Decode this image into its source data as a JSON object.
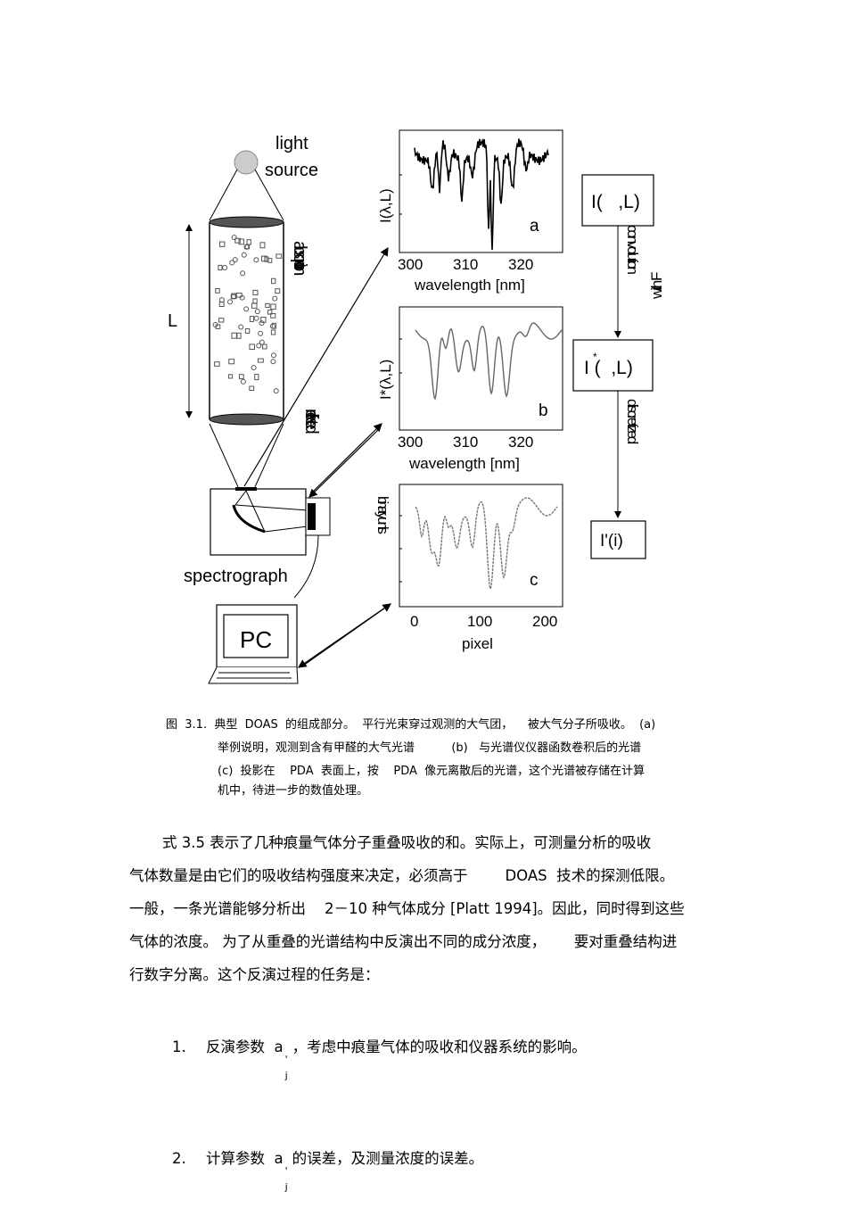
{
  "figure": {
    "light_source": [
      "light",
      "source"
    ],
    "path_label": "L",
    "column_vertical_text": "absorption",
    "reflected_vertical_text": "reflected",
    "spectrograph_label": "spectrograph",
    "pc_label": "PC",
    "panel_a": {
      "ylabel": "I(λ,L)",
      "tag": "a",
      "xticks": [
        "300",
        "310",
        "320"
      ],
      "xlabel": "wavelength [nm]"
    },
    "panel_b": {
      "ylabel": "I*(λ,L)",
      "tag": "b",
      "xticks": [
        "300",
        "310",
        "320"
      ],
      "xlabel": "wavelength [nm]"
    },
    "panel_c": {
      "ylabel": "binary units",
      "tag": "c",
      "xticks": [
        "0",
        "100",
        "200"
      ],
      "xlabel": "pixel"
    },
    "flow": {
      "box1": "I(   ,L)",
      "box2_main": "I (  ,L)",
      "box2_sup": "*",
      "box3": "I'(i)",
      "arrow1_vertical": "convolution",
      "arrow1_side": "with F",
      "arrow2_vertical": "discretized"
    }
  },
  "caption": {
    "line1": "图  3.1.  典型  DOAS  的组成部分。  平行光束穿过观测的大气团，    被大气分子所吸收。  (a)",
    "line2": "举例说明，观测到含有甲醛的大气光谱          (b)   与光谱仪仪器函数卷积后的光谱",
    "line3": "(c)  投影在    PDA  表面上，按    PDA  像元离散后的光谱，这个光谱被存储在计算",
    "line4": "机中，待进一步的数值处理。"
  },
  "body": {
    "p1": "式 3.5 表示了几种痕量气体分子重叠吸收的和。实际上，可测量分析的吸收",
    "p2": "气体数量是由它们的吸收结构强度来决定，必须高于        DOAS  技术的探测低限。",
    "p3": "一般，一条光谱能够分析出    2－10 种气体成分 [Platt 1994]。因此，同时得到这些",
    "p4": "气体的浓度。 为了从重叠的光谱结构中反演出不同的成分浓度，      要对重叠结构进",
    "p5": "行数字分离。这个反演过程的任务是："
  },
  "list": [
    {
      "num": "1.",
      "before": "反演参数  a",
      "sub": "j",
      "sup": "'",
      "after": "，考虑中痕量气体的吸收和仪器系统的影响。"
    },
    {
      "num": "2.",
      "before": "计算参数  a",
      "sub": "j",
      "sup": "'",
      "after": "的误差，及测量浓度的误差。"
    }
  ]
}
